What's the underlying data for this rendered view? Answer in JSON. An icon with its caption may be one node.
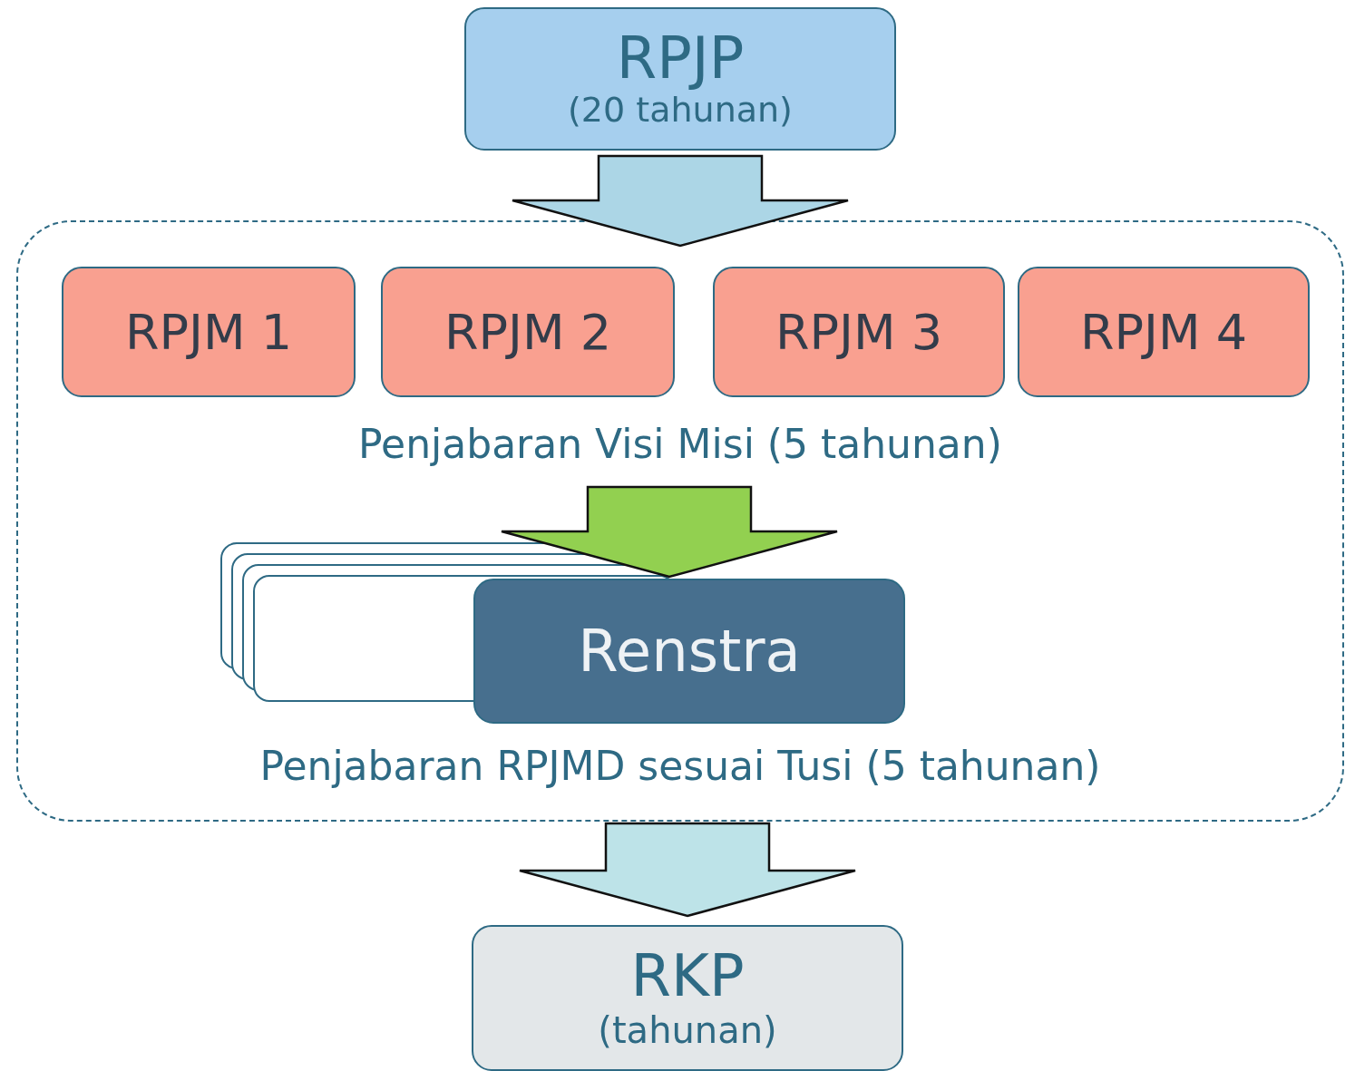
{
  "diagram": {
    "nodes": [
      {
        "text": [
          "RPJP",
          "(20 tahunan)"
        ]
      },
      {
        "text": [
          "Penjabaran Visi Misi (5 tahunan)",
          "Penjabaran RPJMD sesuai Tusi (5 tahunan)"
        ]
      },
      {
        "text": [
          "RPJM 1"
        ],
        "in": 1
      },
      {
        "text": [
          "RPJM 2"
        ],
        "in": 1
      },
      {
        "text": [
          "RPJM 3"
        ],
        "in": 1
      },
      {
        "text": [
          "RPJM 4"
        ],
        "in": 1
      },
      {
        "text": [
          "Renstra"
        ],
        "in": 1
      },
      {
        "text": [
          "RKP",
          "(tahunan)"
        ]
      }
    ],
    "edges": [
      {
        "from": 0,
        "to": 1,
        "arrow": "to",
        "style": "thick"
      },
      {
        "from": null,
        "to": 6,
        "arrow": "to",
        "style": "thick",
        "color": "#92d050"
      },
      {
        "from": 1,
        "to": 7,
        "arrow": "to",
        "style": "thick"
      }
    ]
  }
}
